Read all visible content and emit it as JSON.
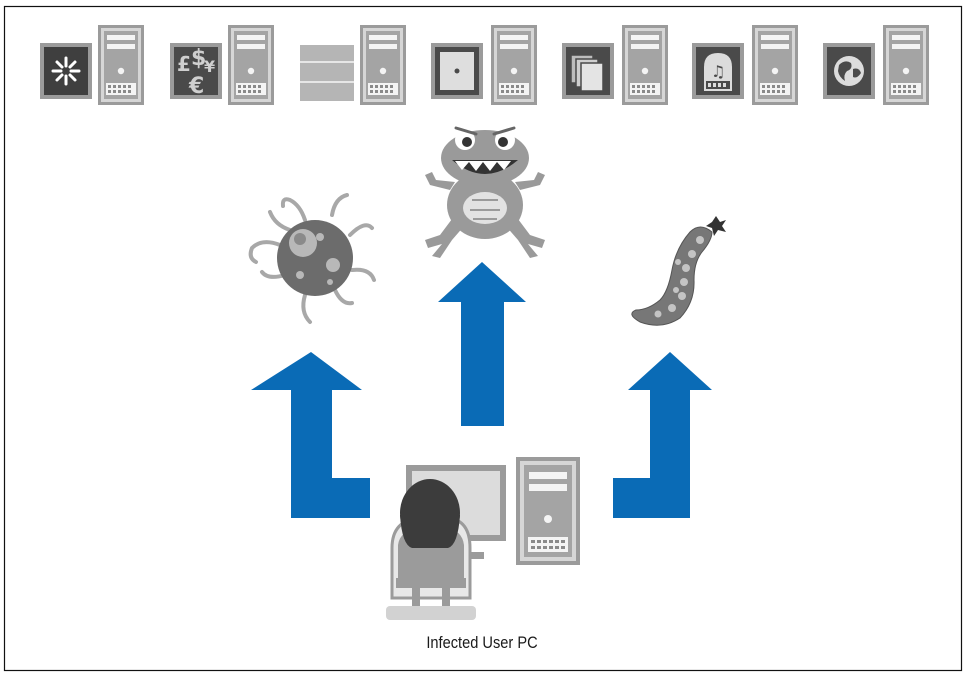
{
  "diagram": {
    "caption": "Infected User PC",
    "colors": {
      "arrow": "#0a6bb6",
      "icon_fill": "#9b9b9b",
      "icon_dark": "#5d5d5d",
      "icon_light": "#d2d2d2",
      "frame": "#111111"
    },
    "servers": [
      {
        "icon": "settings-icon"
      },
      {
        "icon": "currency-icon"
      },
      {
        "icon": "database-icon"
      },
      {
        "icon": "dice-icon"
      },
      {
        "icon": "documents-icon"
      },
      {
        "icon": "music-icon"
      },
      {
        "icon": "globe-icon"
      }
    ],
    "malware": [
      {
        "icon": "virus-icon"
      },
      {
        "icon": "trojan-frog-icon"
      },
      {
        "icon": "worm-icon"
      }
    ],
    "arrows": [
      {
        "icon": "elbow-arrow-up-left"
      },
      {
        "icon": "arrow-up"
      },
      {
        "icon": "elbow-arrow-up-right"
      }
    ]
  }
}
